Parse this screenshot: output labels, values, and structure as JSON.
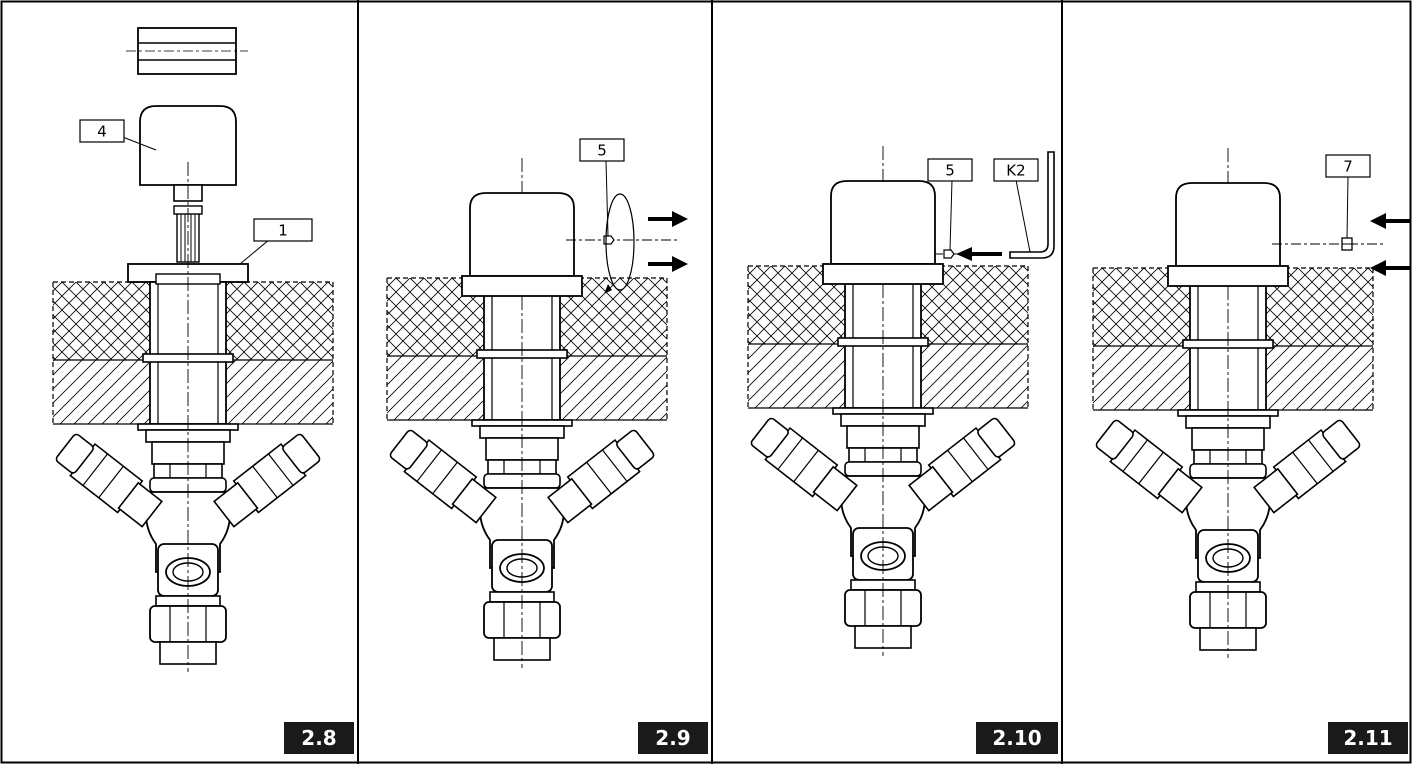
{
  "panels": [
    {
      "figure": "2.8",
      "callouts": [
        "4",
        "1"
      ],
      "arrows": "none"
    },
    {
      "figure": "2.9",
      "callouts": [
        "5"
      ],
      "arrows": "out"
    },
    {
      "figure": "2.10",
      "callouts": [
        "5",
        "K2"
      ],
      "arrows": "in-single"
    },
    {
      "figure": "2.11",
      "callouts": [
        "7"
      ],
      "arrows": "in"
    }
  ],
  "colors": {
    "line": "#000000",
    "label_bg": "#1a1a1a",
    "label_text": "#ffffff"
  }
}
